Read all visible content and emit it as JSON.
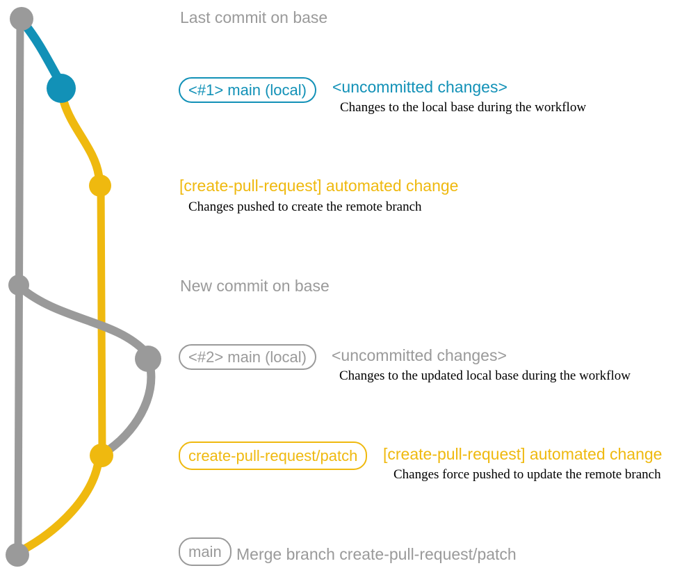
{
  "colors": {
    "gray": "#9a9a9a",
    "blue": "#1291b7",
    "yellow": "#efb90f",
    "note": "#000000",
    "background": "#ffffff"
  },
  "rows": {
    "last_commit": {
      "message": "Last commit on base"
    },
    "main_local_1": {
      "tag": "<#1> main (local)",
      "message": "<uncommitted changes>",
      "note": "Changes to the local base during the workflow"
    },
    "push_1": {
      "message": "[create-pull-request] automated change",
      "note": "Changes pushed to create the remote branch"
    },
    "new_commit": {
      "message": "New commit on base"
    },
    "main_local_2": {
      "tag": "<#2> main (local)",
      "message": "<uncommitted changes>",
      "note": "Changes to the updated local base during the workflow"
    },
    "force_push": {
      "tag": "create-pull-request/patch",
      "message": "[create-pull-request] automated change",
      "note": "Changes force pushed to update the remote branch"
    },
    "merge": {
      "tag": "main",
      "message": "Merge branch create-pull-request/patch"
    }
  },
  "graph": {
    "nodes": [
      {
        "id": "last-commit-on-base",
        "color": "gray"
      },
      {
        "id": "main-local-1",
        "color": "blue"
      },
      {
        "id": "automated-change-1",
        "color": "yellow"
      },
      {
        "id": "new-commit-on-base",
        "color": "gray"
      },
      {
        "id": "main-local-2",
        "color": "gray"
      },
      {
        "id": "automated-change-2",
        "color": "yellow"
      },
      {
        "id": "merge-commit",
        "color": "gray"
      }
    ],
    "edges": [
      {
        "from": "last-commit-on-base",
        "to": "new-commit-on-base",
        "color": "gray"
      },
      {
        "from": "last-commit-on-base",
        "to": "main-local-1",
        "color": "blue"
      },
      {
        "from": "main-local-1",
        "to": "automated-change-1",
        "color": "yellow"
      },
      {
        "from": "automated-change-1",
        "to": "automated-change-2",
        "color": "yellow"
      },
      {
        "from": "new-commit-on-base",
        "to": "main-local-2",
        "color": "gray"
      },
      {
        "from": "main-local-2",
        "to": "automated-change-2",
        "color": "gray"
      },
      {
        "from": "new-commit-on-base",
        "to": "merge-commit",
        "color": "gray"
      },
      {
        "from": "automated-change-2",
        "to": "merge-commit",
        "color": "yellow"
      }
    ]
  }
}
